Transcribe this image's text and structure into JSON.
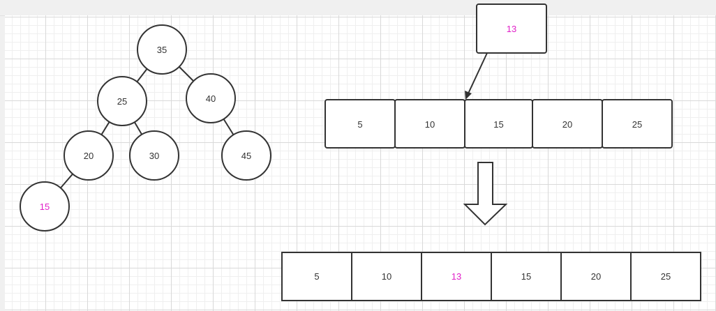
{
  "tree": {
    "nodes": [
      {
        "id": "n35",
        "value": "35",
        "highlight": false
      },
      {
        "id": "n25",
        "value": "25",
        "highlight": false
      },
      {
        "id": "n40",
        "value": "40",
        "highlight": false
      },
      {
        "id": "n20",
        "value": "20",
        "highlight": false
      },
      {
        "id": "n30",
        "value": "30",
        "highlight": false
      },
      {
        "id": "n45",
        "value": "45",
        "highlight": false
      },
      {
        "id": "n15",
        "value": "15",
        "highlight": true
      }
    ],
    "edges": [
      [
        "n35",
        "n25"
      ],
      [
        "n35",
        "n40"
      ],
      [
        "n25",
        "n20"
      ],
      [
        "n25",
        "n30"
      ],
      [
        "n40",
        "n45"
      ],
      [
        "n20",
        "n15"
      ]
    ]
  },
  "insert_value": "13",
  "array_before": [
    "5",
    "10",
    "15",
    "20",
    "25"
  ],
  "array_after": [
    "5",
    "10",
    "13",
    "15",
    "20",
    "25"
  ],
  "array_after_highlight_index": 2,
  "colors": {
    "highlight": "#e020c8",
    "stroke": "#333333",
    "text": "#333333"
  }
}
